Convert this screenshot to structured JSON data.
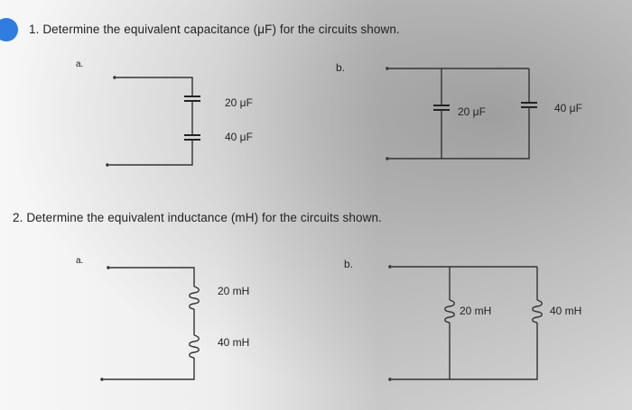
{
  "questions": [
    {
      "number": "1.",
      "text": "Determine the equivalent capacitance (μF) for the circuits shown.",
      "parts": [
        {
          "label": "a.",
          "components": [
            "20 μF",
            "40 μF"
          ]
        },
        {
          "label": "b.",
          "components": [
            "20 μF",
            "40 μF"
          ]
        }
      ]
    },
    {
      "number": "2.",
      "text": "Determine the equivalent inductance (mH) for the circuits shown.",
      "parts": [
        {
          "label": "a.",
          "components": [
            "20 mH",
            "40 mH"
          ]
        },
        {
          "label": "b.",
          "components": [
            "20 mH",
            "40 mH"
          ]
        }
      ]
    }
  ]
}
